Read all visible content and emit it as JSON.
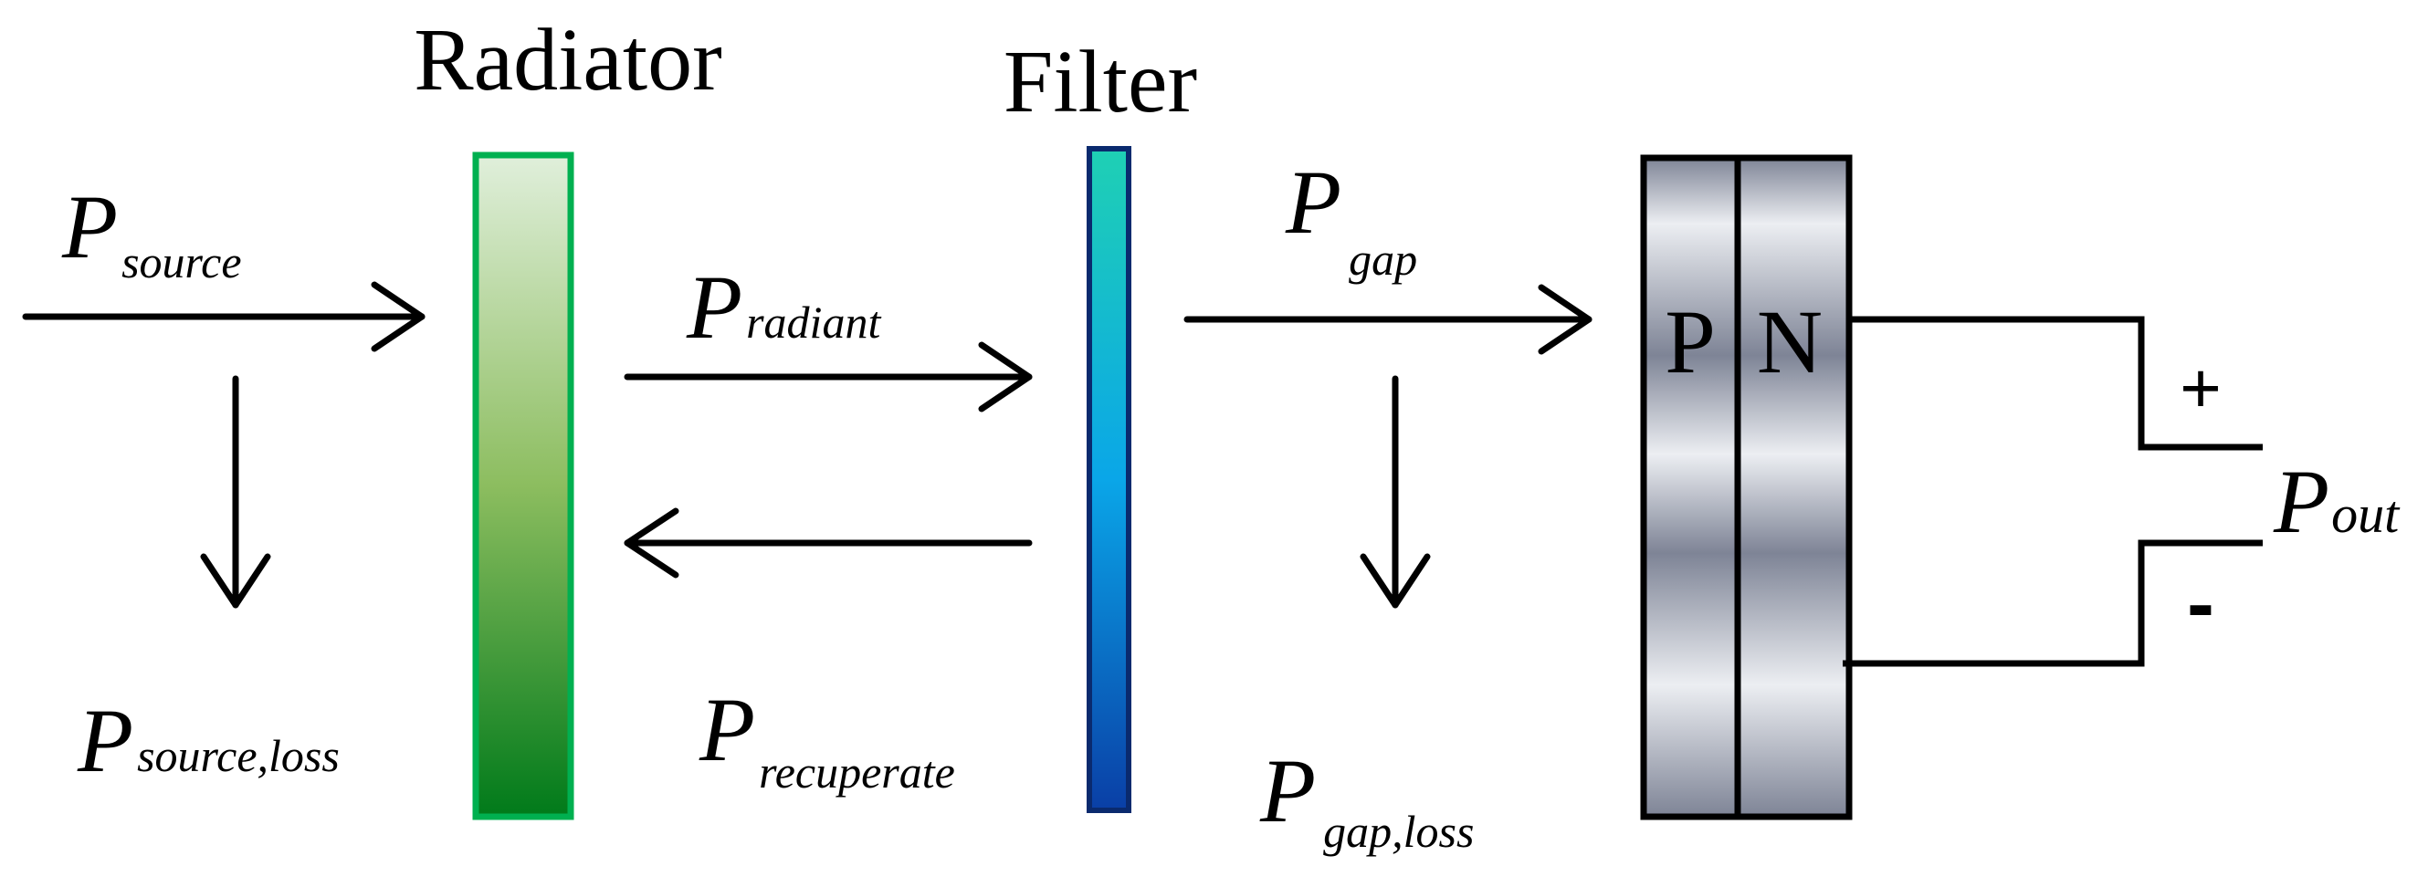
{
  "headings": {
    "radiator": "Radiator",
    "filter": "Filter"
  },
  "labels": {
    "source": {
      "main": "P",
      "sub": "source"
    },
    "source_loss": {
      "main": "P",
      "sub": "source,loss"
    },
    "radiant": {
      "main": "P",
      "sub": "radiant"
    },
    "recuperate": {
      "main": "P",
      "sub": "recuperate"
    },
    "gap": {
      "main": "P",
      "sub": "gap"
    },
    "gap_loss": {
      "main": "P",
      "sub": "gap,loss"
    },
    "out": {
      "main": "P",
      "sub": "out"
    }
  },
  "cell": {
    "p_layer": "P",
    "n_layer": "N"
  },
  "terminals": {
    "plus": "+",
    "minus": "-"
  },
  "colors": {
    "radiator_border": "#00b050",
    "radiator_top": "#e0efdb",
    "radiator_mid": "#8cbd5f",
    "radiator_bottom": "#007a1a",
    "filter_border": "#0a2a6e",
    "filter_top": "#1fd0b4",
    "filter_mid": "#0aa6e8",
    "filter_bottom": "#0a3fa6",
    "cell_light": "#eceef2",
    "cell_dark": "#7e8496",
    "arrow": "#000000"
  }
}
